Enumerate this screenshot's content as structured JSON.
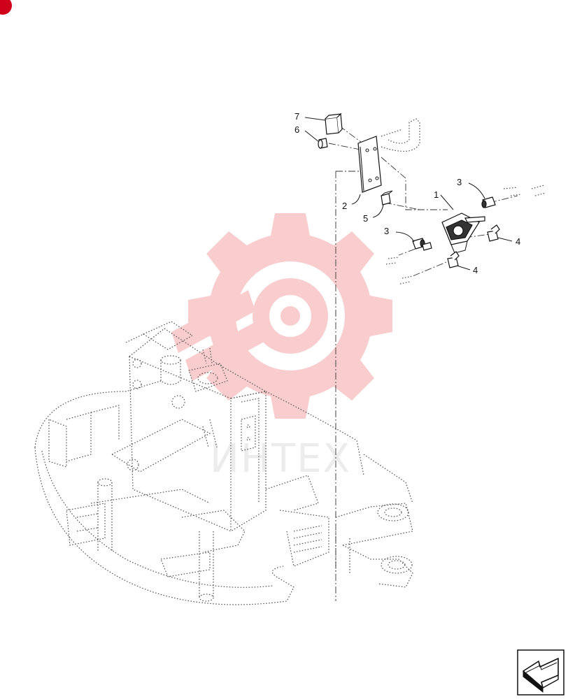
{
  "diagram": {
    "watermark_text": "ИНТЕХ",
    "callouts": [
      {
        "id": "c7",
        "label": "7"
      },
      {
        "id": "c6",
        "label": "6"
      },
      {
        "id": "c2",
        "label": "2"
      },
      {
        "id": "c5",
        "label": "5"
      },
      {
        "id": "c1",
        "label": "1"
      },
      {
        "id": "c3a",
        "label": "3"
      },
      {
        "id": "c3b",
        "label": "3"
      },
      {
        "id": "c4a",
        "label": "4"
      },
      {
        "id": "c4b",
        "label": "4"
      }
    ],
    "colors": {
      "watermark": "#f28a8a",
      "corner_mark": "#d0021b",
      "line": "#222222"
    },
    "icons": [
      "corner-mark-icon",
      "next-page-arrow-icon"
    ]
  }
}
